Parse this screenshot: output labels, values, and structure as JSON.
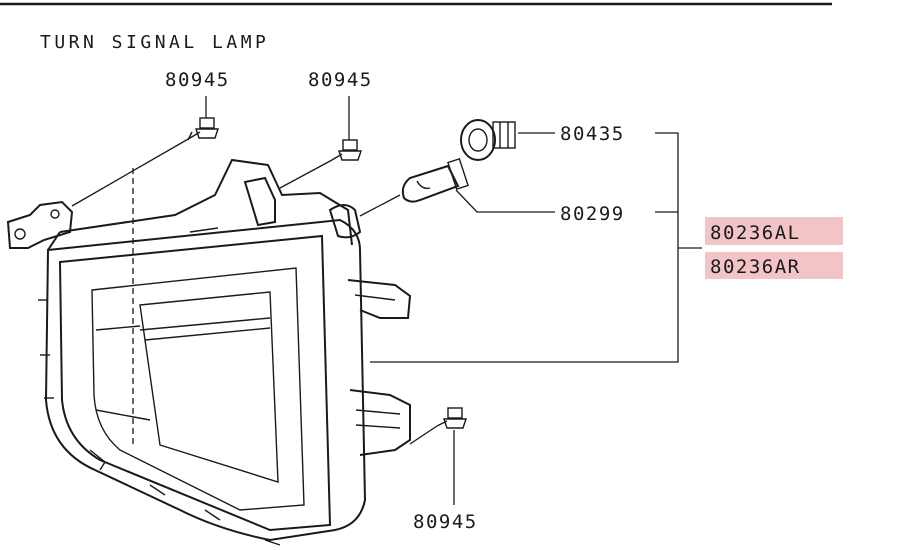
{
  "title": "TURN SIGNAL LAMP",
  "colors": {
    "highlight": "#f2c4c6",
    "ink": "#1a1a1a"
  },
  "callouts": {
    "screw_top_left": "80945",
    "screw_top_right": "80945",
    "socket": "80435",
    "bulb": "80299",
    "assembly_left": "80236AL",
    "assembly_right": "80236AR",
    "screw_bottom": "80945"
  }
}
